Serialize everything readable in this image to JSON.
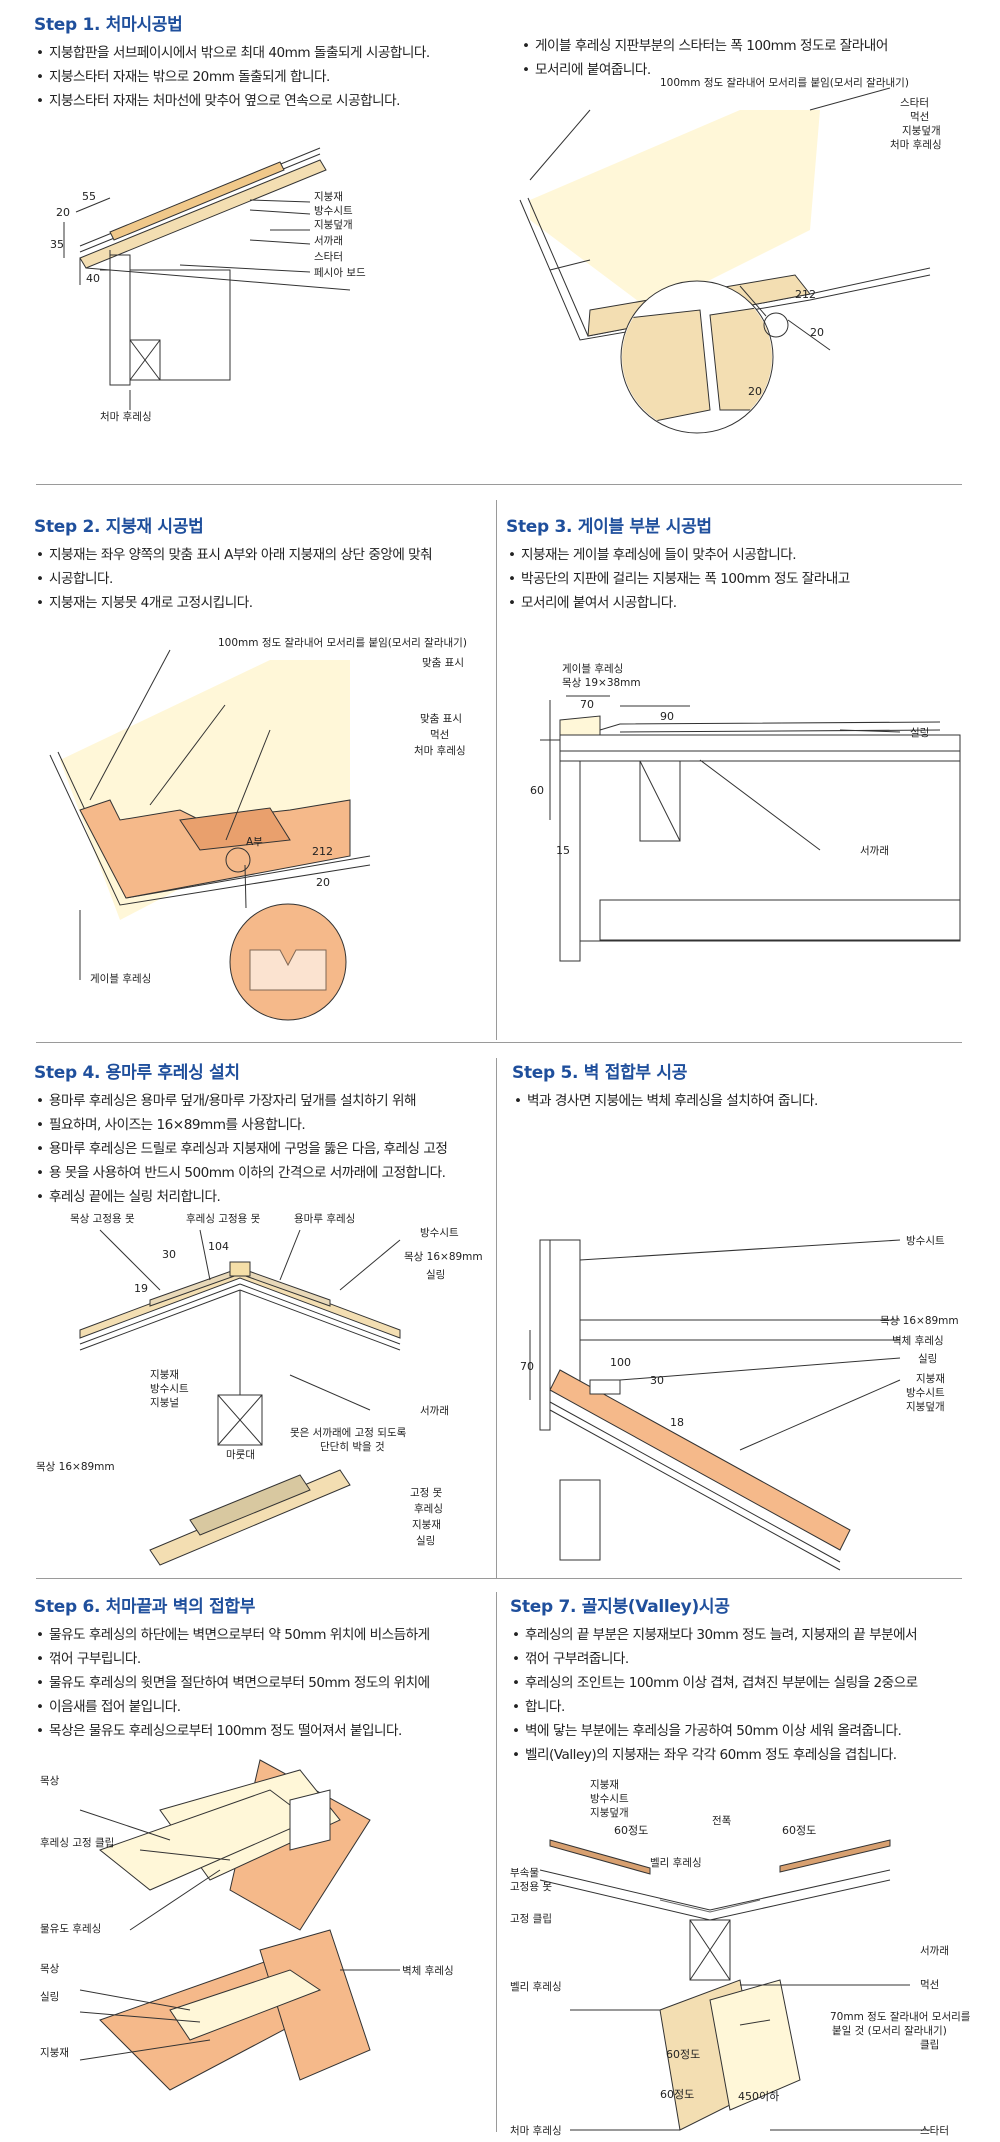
{
  "s1": {
    "title": "Step 1. 처마시공법",
    "b": [
      "지붕합판을 서브페이시에서 밖으로 최대 40mm 돌출되게 시공합니다.",
      "지붕스타터 자재는 밖으로 20mm 돌출되게 합니다.",
      "지붕스타터 자재는 처마선에 맞추어 옆으로 연속으로 시공합니다."
    ],
    "l": {
      "jib": "지붕재",
      "bang": "방수시트",
      "deop": "지붕덮개",
      "seo": "서까래",
      "star": "스타터",
      "fas": "페시아 보드",
      "cheo": "처마 후레싱"
    },
    "d": {
      "a": "55",
      "b": "20",
      "c": "35",
      "d": "40"
    }
  },
  "s1b": {
    "b": [
      "게이블 후레싱 지판부분의 스타터는 폭 100mm 정도로 잘라내어",
      "모서리에 붙여줍니다."
    ],
    "l": {
      "cut": "100mm 정도 잘라내어 모서리를 붙임(모서리 잘라내기)",
      "star": "스타터",
      "meok": "먹선",
      "deop": "지붕덮개",
      "cheo": "처마 후레싱"
    },
    "d": {
      "a": "212",
      "b": "20",
      "c": "20"
    }
  },
  "s2": {
    "title": "Step 2. 지붕재 시공법",
    "b": [
      "지붕재는 좌우 양쪽의 맞춤 표시 A부와 아래 지붕재의 상단 중앙에 맞춰",
      "시공합니다.",
      "지붕재는 지붕못 4개로 고정시킵니다."
    ],
    "l": {
      "cut": "100mm 정도 잘라내어 모서리를 붙임(모서리 잘라내기)",
      "mat1": "맞춤 표시",
      "mat2": "맞춤 표시",
      "meok": "먹선",
      "cheo": "처마 후레싱",
      "abu": "A부",
      "gae": "게이블 후레싱"
    },
    "d": {
      "a": "212",
      "b": "20"
    }
  },
  "s3": {
    "title": "Step 3. 게이블 부분 시공법",
    "b": [
      "지붕재는 게이블 후레싱에 들이 맞추어 시공합니다.",
      "박공단의 지판에 걸리는 지붕재는 폭 100mm 정도 잘라내고",
      "모서리에 붙여서 시공합니다."
    ],
    "l": {
      "gae": "게이블 후레싱",
      "mok": "목상 19×38mm",
      "sil": "실링",
      "seo": "서까래"
    },
    "d": {
      "a": "70",
      "b": "90",
      "c": "60",
      "d": "15"
    }
  },
  "s4": {
    "title": "Step 4. 용마루 후레싱 설치",
    "b": [
      "용마루 후레싱은 용마루 덮개/용마루 가장자리 덮개를 설치하기 위해",
      "필요하며, 사이즈는 16×89mm를 사용합니다.",
      "용마루 후레싱은 드릴로 후레싱과 지붕재에 구멍을 뚫은 다음, 후레싱 고정",
      "용 못을 사용하여 반드시 500mm 이하의 간격으로 서까래에 고정합니다.",
      "후레싱 끝에는 실링 처리합니다."
    ],
    "l": {
      "mokmot": "목상 고정용 못",
      "humot": "후레싱 고정용 못",
      "yong": "용마루 후레싱",
      "bang": "방수시트",
      "mok16": "목상 16×89mm",
      "sil": "실링",
      "jib": "지붕재",
      "bang2": "방수시트",
      "nal": "지붕널",
      "ma": "마룻대",
      "seo": "서까래",
      "motnote1": "못은 서까래에 고정 되도록",
      "motnote2": "단단히 박을 것",
      "mok16b": "목상 16×89mm",
      "gomot": "고정 못",
      "hu": "후레싱",
      "jib2": "지붕재",
      "sil2": "실링"
    },
    "d": {
      "a": "104",
      "b": "30",
      "c": "19"
    }
  },
  "s5": {
    "title": "Step 5. 벽 접합부 시공",
    "b": [
      "벽과 경사면 지붕에는 벽체 후레싱을 설치하여 줍니다."
    ],
    "l": {
      "bang": "방수시트",
      "mok": "목상 16×89mm",
      "byeok": "벽체 후레싱",
      "sil": "실링",
      "jib": "지붕재",
      "bang2": "방수시트",
      "deop": "지붕덮개"
    },
    "d": {
      "a": "70",
      "b": "100",
      "c": "30",
      "d": "18"
    }
  },
  "s6": {
    "title": "Step 6. 처마끝과 벽의 접합부",
    "b": [
      "물유도 후레싱의 하단에는 벽면으로부터 약 50mm 위치에 비스듬하게",
      "꺾어 구부립니다.",
      "물유도 후레싱의 윗면을 절단하여 벽면으로부터 50mm 정도의 위치에",
      "이음새를 접어 붙입니다.",
      "목상은 물유도 후레싱으로부터 100mm 정도 떨어져서 붙입니다."
    ],
    "l": {
      "mok": "목상",
      "clip": "후레싱 고정 클립",
      "mul": "물유도 후레싱",
      "mok2": "목상",
      "sil": "실링",
      "jib": "지붕재",
      "byeok": "벽체 후레싱"
    }
  },
  "s7": {
    "title": "Step 7. 골지붕(Valley)시공",
    "b": [
      "후레싱의 끝 부분은 지붕재보다 30mm 정도 늘려, 지붕재의 끝 부분에서",
      "꺾어 구부려줍니다.",
      "후레싱의 조인트는 100mm 이상 겹쳐, 겹쳐진 부분에는 실링을 2중으로",
      "합니다.",
      "벽에 닿는 부분에는 후레싱을 가공하여 50mm 이상 세워 올려줍니다.",
      "벨리(Valley)의 지붕재는 좌우 각각 60mm 정도 후레싱을 겹칩니다."
    ],
    "l": {
      "jib": "지붕재",
      "bang": "방수시트",
      "deop": "지붕덮개",
      "jeon": "전폭",
      "bel": "벨리 후레싱",
      "bu1": "부속물",
      "bu2": "고정용 못",
      "go": "고정 클립",
      "seo": "서까래",
      "bel2": "벨리 후레싱",
      "meok": "먹선",
      "cut1": "70mm 정도 잘라내어 모서리를",
      "cut2": "붙일 것 (모서리 잘라내기)",
      "clip": "클립",
      "cheo": "처마 후레싱",
      "star": "스타터"
    },
    "d": {
      "a": "60정도",
      "b": "60정도",
      "c": "60정도",
      "d": "60정도",
      "e": "450이하"
    }
  }
}
